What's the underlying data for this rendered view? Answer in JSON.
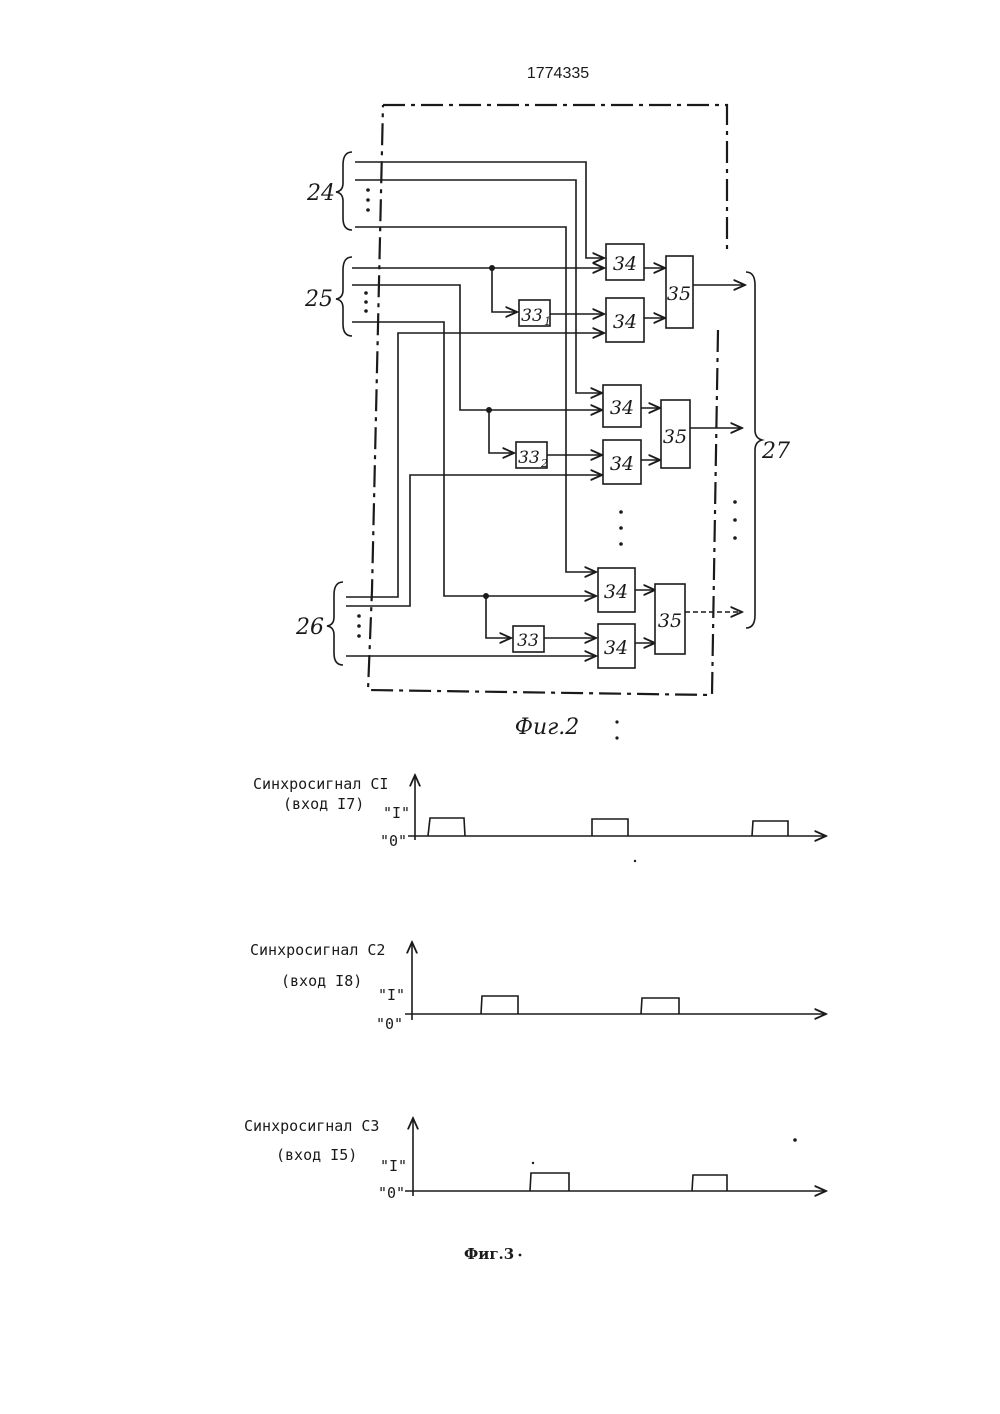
{
  "page_number": "1774335",
  "fig2": {
    "caption": "Фиг.2",
    "bus_labels": {
      "in1": "24",
      "in2": "25",
      "in3": "26",
      "out": "27"
    },
    "block_labels": {
      "and": "34",
      "or": "35",
      "delay1": "33",
      "delay1_sub": "1",
      "delay2": "33",
      "delay2_sub": "2",
      "delay3": "33"
    }
  },
  "fig3": {
    "caption": "Фиг.3",
    "signals": [
      {
        "title": "Синхросигнал CI",
        "input": "(вход I7)",
        "high": "\"I\"",
        "low": "\"0\""
      },
      {
        "title": "Синхросигнал C2",
        "input": "(вход I8)",
        "high": "\"I\"",
        "low": "\"0\""
      },
      {
        "title": "Синхросигнал C3",
        "input": "(вход I5)",
        "high": "\"I\"",
        "low": "\"0\""
      }
    ]
  }
}
